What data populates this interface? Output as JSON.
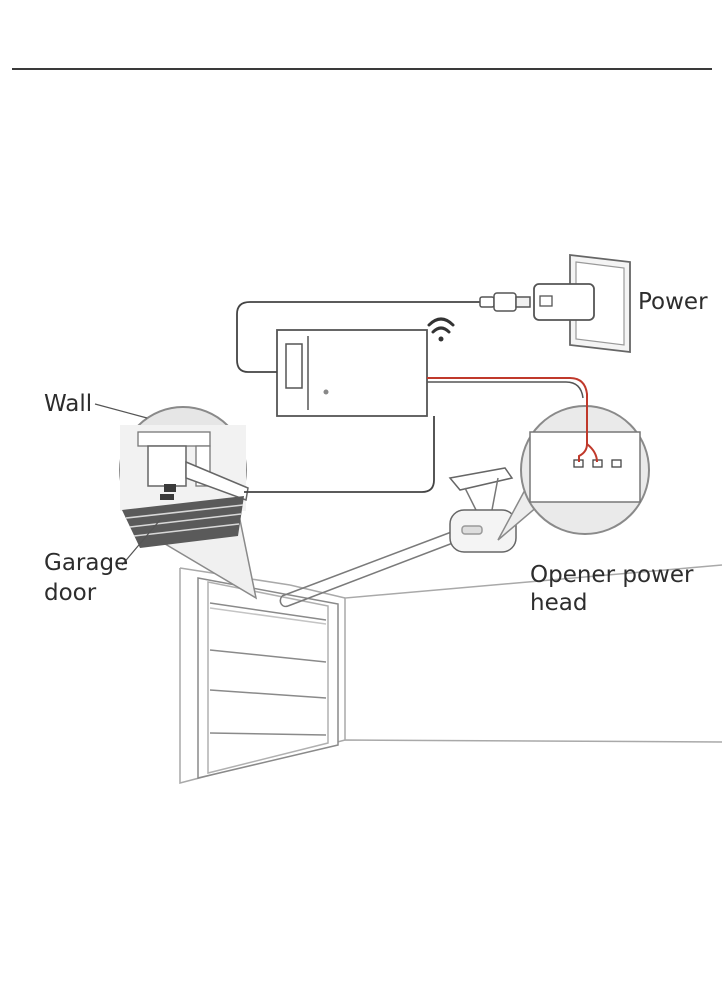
{
  "labels": {
    "power": "Power",
    "wall": "Wall",
    "garage_door_line1": "Garage",
    "garage_door_line2": "door",
    "opener_line1": "Opener power",
    "opener_line2": "head"
  },
  "colors": {
    "line": "#4a4a4a",
    "light_line": "#9a9a9a",
    "red_wire": "#c0392b",
    "panel_fill": "#eeeeee",
    "dark_fill": "#5a5a5a"
  },
  "icons": {
    "wifi": "wifi-icon",
    "usb_plug": "usb-plug-icon",
    "power_adapter": "power-adapter-icon"
  }
}
